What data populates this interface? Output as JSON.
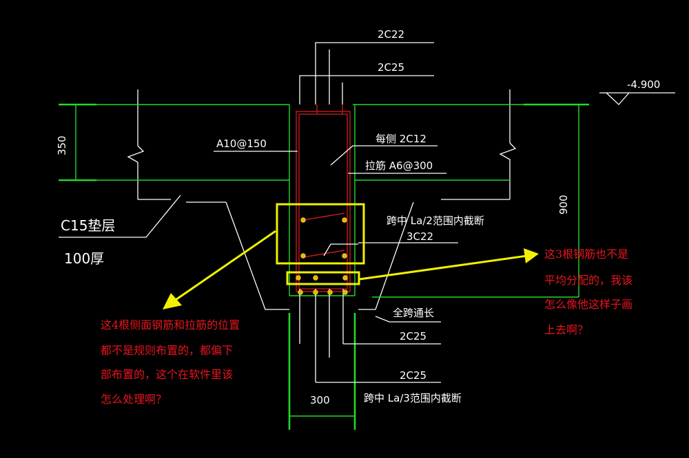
{
  "drawing": {
    "rebar_labels": {
      "top_2c22": "2C22",
      "top_2c25": "2C25",
      "stirrup": "A10@150",
      "side_bars": "每侧 2C12",
      "tie_bars": "拉筋 A6@300",
      "cut_span_half": "跨中 La/2范围内截断",
      "bar_3c22": "3C22",
      "full_length": "全跨通长",
      "bottom_2c25_a": "2C25",
      "bottom_2c25_b": "2C25",
      "cut_span_third": "跨中 La/3范围内截断"
    },
    "dimensions": {
      "slab_thickness": "350",
      "depth": "900",
      "beam_width": "300",
      "elevation": "-4.900"
    },
    "cushion": {
      "line1": "C15垫层",
      "line2": "100厚"
    }
  },
  "annotations": {
    "left_note": [
      "这4根侧面钢筋和拉筋的位置",
      "都不是规则布置的，都偏下",
      "部布置的，这个在软件里该",
      "怎么处理啊？"
    ],
    "right_note": [
      "这3根钢筋也不是",
      "平均分配的，我该",
      "怎么像他这样子画",
      "上去啊？"
    ]
  },
  "colors": {
    "background": "#000000",
    "line": "#ffffff",
    "dimension": "#22d82a",
    "rebar": "#c41a1a",
    "highlight": "#f2f200",
    "note_text": "#e8161f",
    "rebar_dot": "#f0b400"
  }
}
